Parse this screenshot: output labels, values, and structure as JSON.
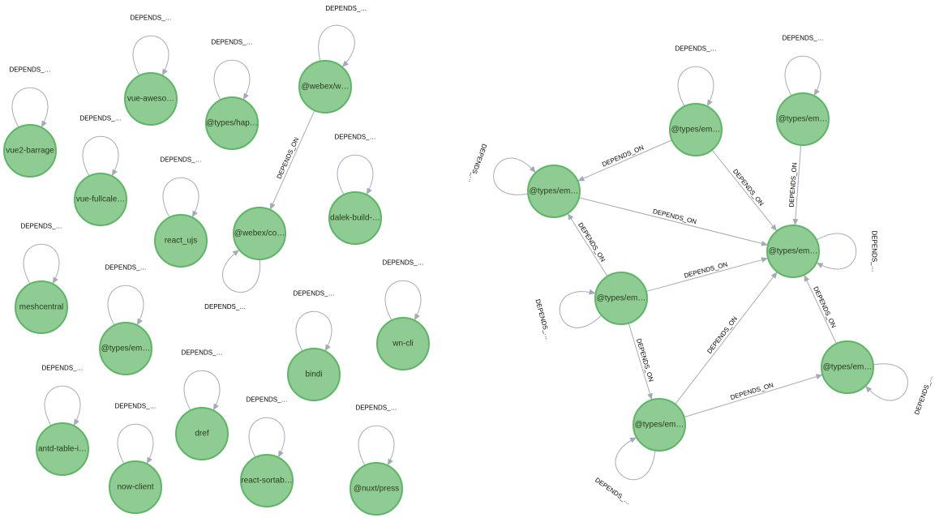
{
  "graph": {
    "nodes": [
      {
        "id": "vue2-barrage",
        "label": "vue2-barrage"
      },
      {
        "id": "vue-aweso",
        "label": "vue-aweso…"
      },
      {
        "id": "types-hap",
        "label": "@types/hap…"
      },
      {
        "id": "webex-w",
        "label": "@webex/w…"
      },
      {
        "id": "vue-fullcale",
        "label": "vue-fullcale…"
      },
      {
        "id": "react-ujs",
        "label": "react_ujs"
      },
      {
        "id": "webex-co",
        "label": "@webex/co…"
      },
      {
        "id": "dalek-build",
        "label": "dalek-build-…"
      },
      {
        "id": "meshcentral",
        "label": "meshcentral"
      },
      {
        "id": "types-em-left",
        "label": "@types/em…"
      },
      {
        "id": "bindi",
        "label": "bindi"
      },
      {
        "id": "wn-cli",
        "label": "wn-cli"
      },
      {
        "id": "antd-table-i",
        "label": "antd-table-i…"
      },
      {
        "id": "now-client",
        "label": "now-client"
      },
      {
        "id": "dref",
        "label": "dref"
      },
      {
        "id": "react-sortab",
        "label": "react-sortab…"
      },
      {
        "id": "nuxt-press",
        "label": "@nuxt/press"
      },
      {
        "id": "em-a",
        "label": "@types/em…"
      },
      {
        "id": "em-b",
        "label": "@types/em…"
      },
      {
        "id": "em-c",
        "label": "@types/em…"
      },
      {
        "id": "em-hub",
        "label": "@types/em…"
      },
      {
        "id": "em-d",
        "label": "@types/em…"
      },
      {
        "id": "em-e",
        "label": "@types/em…"
      },
      {
        "id": "em-f",
        "label": "@types/em…"
      }
    ],
    "edges": [
      {
        "from": "vue2-barrage",
        "to": "vue2-barrage",
        "label": "DEPENDS_…"
      },
      {
        "from": "vue-aweso",
        "to": "vue-aweso",
        "label": "DEPENDS_…"
      },
      {
        "from": "types-hap",
        "to": "types-hap",
        "label": "DEPENDS_…"
      },
      {
        "from": "webex-w",
        "to": "webex-w",
        "label": "DEPENDS_…"
      },
      {
        "from": "vue-fullcale",
        "to": "vue-fullcale",
        "label": "DEPENDS_…"
      },
      {
        "from": "react-ujs",
        "to": "react-ujs",
        "label": "DEPENDS_…"
      },
      {
        "from": "webex-co",
        "to": "webex-co",
        "label": "DEPENDS_…"
      },
      {
        "from": "dalek-build",
        "to": "dalek-build",
        "label": "DEPENDS_…"
      },
      {
        "from": "meshcentral",
        "to": "meshcentral",
        "label": "DEPENDS_…"
      },
      {
        "from": "types-em-left",
        "to": "types-em-left",
        "label": "DEPENDS_…"
      },
      {
        "from": "bindi",
        "to": "bindi",
        "label": "DEPENDS_…"
      },
      {
        "from": "wn-cli",
        "to": "wn-cli",
        "label": "DEPENDS_…"
      },
      {
        "from": "antd-table-i",
        "to": "antd-table-i",
        "label": "DEPENDS_…"
      },
      {
        "from": "now-client",
        "to": "now-client",
        "label": "DEPENDS_…"
      },
      {
        "from": "dref",
        "to": "dref",
        "label": "DEPENDS_…"
      },
      {
        "from": "react-sortab",
        "to": "react-sortab",
        "label": "DEPENDS_…"
      },
      {
        "from": "nuxt-press",
        "to": "nuxt-press",
        "label": "DEPENDS_…"
      },
      {
        "from": "webex-w",
        "to": "webex-co",
        "label": "DEPENDS_ON"
      },
      {
        "from": "em-a",
        "to": "em-a",
        "label": "DEPENDS_…"
      },
      {
        "from": "em-b",
        "to": "em-b",
        "label": "DEPENDS_…"
      },
      {
        "from": "em-c",
        "to": "em-c",
        "label": "DEPENDS_…"
      },
      {
        "from": "em-hub",
        "to": "em-hub",
        "label": "DEPENDS_…"
      },
      {
        "from": "em-d",
        "to": "em-d",
        "label": "DEPENDS_…"
      },
      {
        "from": "em-e",
        "to": "em-e",
        "label": "DEPENDS_…"
      },
      {
        "from": "em-f",
        "to": "em-f",
        "label": "DEPENDS_…"
      },
      {
        "from": "em-a",
        "to": "em-c",
        "label": "DEPENDS_ON"
      },
      {
        "from": "em-a",
        "to": "em-hub",
        "label": "DEPENDS_ON"
      },
      {
        "from": "em-b",
        "to": "em-hub",
        "label": "DEPENDS_ON"
      },
      {
        "from": "em-c",
        "to": "em-hub",
        "label": "DEPENDS_ON"
      },
      {
        "from": "em-d",
        "to": "em-c",
        "label": "DEPENDS_ON"
      },
      {
        "from": "em-d",
        "to": "em-hub",
        "label": "DEPENDS_ON"
      },
      {
        "from": "em-d",
        "to": "em-f",
        "label": "DEPENDS_ON"
      },
      {
        "from": "em-e",
        "to": "em-hub",
        "label": "DEPENDS_ON"
      },
      {
        "from": "em-f",
        "to": "em-hub",
        "label": "DEPENDS_ON"
      },
      {
        "from": "em-f",
        "to": "em-e",
        "label": "DEPENDS_ON"
      }
    ]
  }
}
